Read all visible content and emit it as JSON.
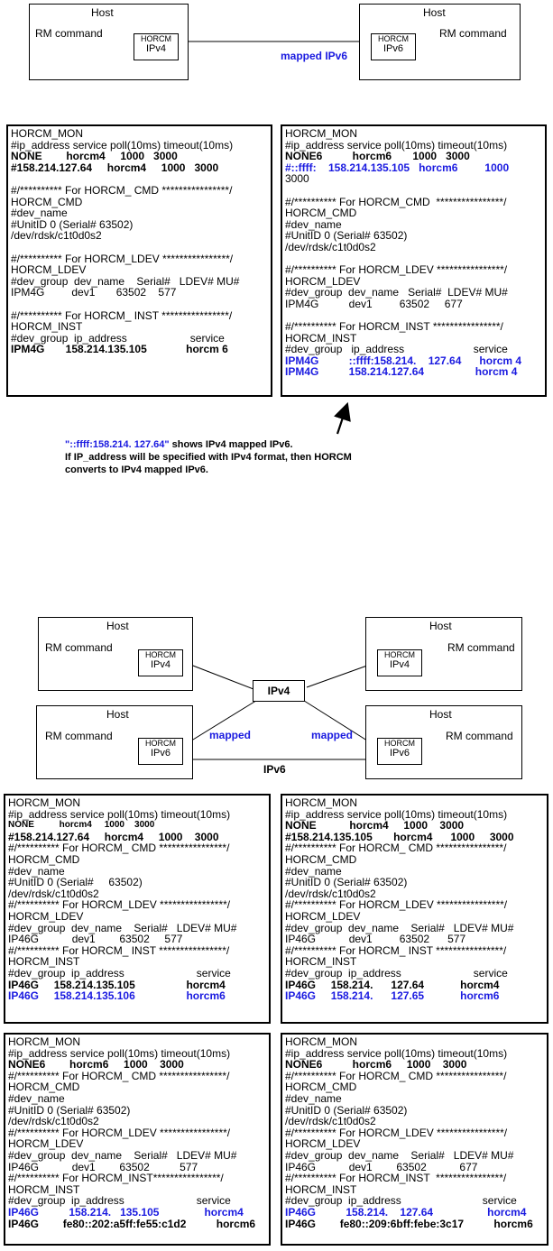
{
  "diagram1": {
    "left_host": {
      "title": "Host",
      "rm": "RM command",
      "horcm": "HORCM",
      "ver": "IPv4"
    },
    "right_host": {
      "title": "Host",
      "rm": "RM command",
      "horcm": "HORCM",
      "ver": "IPv6"
    },
    "link_label": "mapped IPv6"
  },
  "config1_left": {
    "lines": [
      "HORCM_MON",
      "#ip_address service poll(10ms) timeout(10ms)",
      "NONE        horcm4     1000   3000",
      "#158.214.127.64     horcm4     1000   3000",
      "",
      "#/********** For HORCM_ CMD ****************/",
      "HORCM_CMD",
      "#dev_name",
      "#UnitID 0 (Serial# 63502)",
      "/dev/rdsk/c1t0d0s2",
      "",
      "#/********** For HORCM_LDEV ****************/",
      "HORCM_LDEV",
      "#dev_group  dev_name    Serial#   LDEV# MU#",
      "IPM4G         dev1       63502    577",
      "",
      "#/********** For HORCM_ INST ****************/",
      "HORCM_INST",
      "#dev_group  ip_address                     service",
      "IPM4G       158.214.135.105             horcm 6"
    ]
  },
  "config1_right": {
    "lines": [
      "HORCM_MON",
      "#ip_address service poll(10ms) timeout(10ms)",
      "NONE6          horcm6       1000   3000",
      "#::ffff:    158.214.135.105   horcm6         1000",
      "3000",
      "",
      "#/********** For HORCM_CMD  ****************/",
      "HORCM_CMD",
      "#dev_name",
      "#UnitID 0 (Serial# 63502)",
      "/dev/rdsk/c1t0d0s2",
      "",
      "#/********** For HORCM_LDEV ****************/",
      "HORCM_LDEV",
      "#dev_group  dev_name   Serial#  LDEV# MU#",
      "IPM4G          dev1         63502     677",
      "",
      "#/********** For HORCM_INST ****************/",
      "HORCM_INST",
      "#dev_group   ip_address                       service",
      "IPM4G          ::ffff:158.214.    127.64      horcm 4",
      "IPM4G          158.214.127.64                 horcm 4"
    ]
  },
  "note": {
    "line1_quote": "\"::ffff:158.214. 127.64\"",
    "line1_rest": " shows IPv4 mapped IPv6.",
    "line2": "If IP_address will be specified with IPv4 format, then HORCM",
    "line3": "converts to IPv4 mapped IPv6."
  },
  "diagram2": {
    "host_tl": {
      "title": "Host",
      "rm": "RM command",
      "horcm": "HORCM",
      "ver": "IPv4"
    },
    "host_tr": {
      "title": "Host",
      "rm": "RM command",
      "horcm": "HORCM",
      "ver": "IPv4"
    },
    "host_bl": {
      "title": "Host",
      "rm": "RM command",
      "horcm": "HORCM",
      "ver": "IPv6"
    },
    "host_br": {
      "title": "Host",
      "rm": "RM command",
      "horcm": "HORCM",
      "ver": "IPv6"
    },
    "ipv4_label": "IPv4",
    "mapped_left": "mapped",
    "mapped_right": "mapped",
    "ipv6_label": "IPv6"
  },
  "config2_tl": {
    "lines": [
      "HORCM_MON",
      "#ip_address service poll(10ms) timeout(10ms)",
      "NONE          horcm4     1000    3000",
      "#158.214.127.64     horcm4     1000    3000",
      "#/********** For HORCM_ CMD ****************/",
      "HORCM_CMD",
      "#dev_name",
      "#UnitID 0 (Serial#     63502)",
      "/dev/rdsk/c1t0d0s2",
      "#/********** For HORCM_LDEV ****************/",
      "HORCM_LDEV",
      "#dev_group  dev_name    Serial#   LDEV# MU#",
      "IP46G           dev1        63502     577",
      "#/********** For HORCM_ INST ****************/",
      "HORCM_INST",
      "#dev_group  ip_address                        service",
      "IP46G     158.214.135.105                 horcm4",
      "IP46G     158.214.135.106                 horcm6"
    ]
  },
  "config2_tr": {
    "lines": [
      "HORCM_MON",
      "#ip_address service poll(10ms) timeout(10ms)",
      "NONE           horcm4     1000    3000",
      "#158.214.135.105       horcm4      1000     3000",
      "#/********** For HORCM_ CMD ****************/",
      "HORCM_CMD",
      "#dev_name",
      "#UnitID 0 (Serial# 63502)",
      "/dev/rdsk/c1t0d0s2",
      "#/********** For HORCM_LDEV ****************/",
      "HORCM_LDEV",
      "#dev_group  dev_name    Serial#   LDEV# MU#",
      "IP46G           dev1         63502      577",
      "#/********** For HORCM_ INST ****************/",
      "HORCM_INST",
      "#dev_group  ip_address                        service",
      "IP46G     158.214.      127.64            horcm4",
      "IP46G     158.214.      127.65            horcm6"
    ]
  },
  "config3_bl": {
    "lines": [
      "HORCM_MON",
      "#ip_address service poll(10ms) timeout(10ms)",
      "NONE6        horcm6     1000    3000",
      "#/********** For HORCM_ CMD ****************/",
      "HORCM_CMD",
      "#dev_name",
      "#UnitID 0 (Serial# 63502)",
      "/dev/rdsk/c1t0d0s2",
      "#/********** For HORCM_LDEV ****************/",
      "HORCM_LDEV",
      "#dev_group  dev_name    Serial#   LDEV# MU#",
      "IP46G           dev1        63502          577",
      "#/********** For HORCM_INST****************/",
      "HORCM_INST",
      "#dev_group  ip_address                        service",
      "IP46G          158.214.   135.105               horcm4",
      "IP46G        fe80::202:a5ff:fe55:c1d2          horcm6"
    ]
  },
  "config3_br": {
    "lines": [
      "HORCM_MON",
      "#ip_address service poll(10ms) timeout(10ms)",
      "NONE6          horcm6     1000    3000",
      "#/********** For HORCM_ CMD ****************/",
      "HORCM_CMD",
      "#dev_name",
      "#UnitID 0 (Serial# 63502)",
      "/dev/rdsk/c1t0d0s2",
      "#/********** For HORCM_LDEV ****************/",
      "HORCM_LDEV",
      "#dev_group  dev_name    Serial#   LDEV# MU#",
      "IP46G           dev1        63502           677",
      "#/********** For HORCM_INST  ****************/",
      "HORCM_INST",
      "#dev_group  ip_address                           service",
      "IP46G          158.214.    127.64                  horcm4",
      "IP46G        fe80::209:6bff:febe:3c17          horcm6"
    ]
  },
  "colors": {
    "highlight": "#1a1ae0"
  }
}
